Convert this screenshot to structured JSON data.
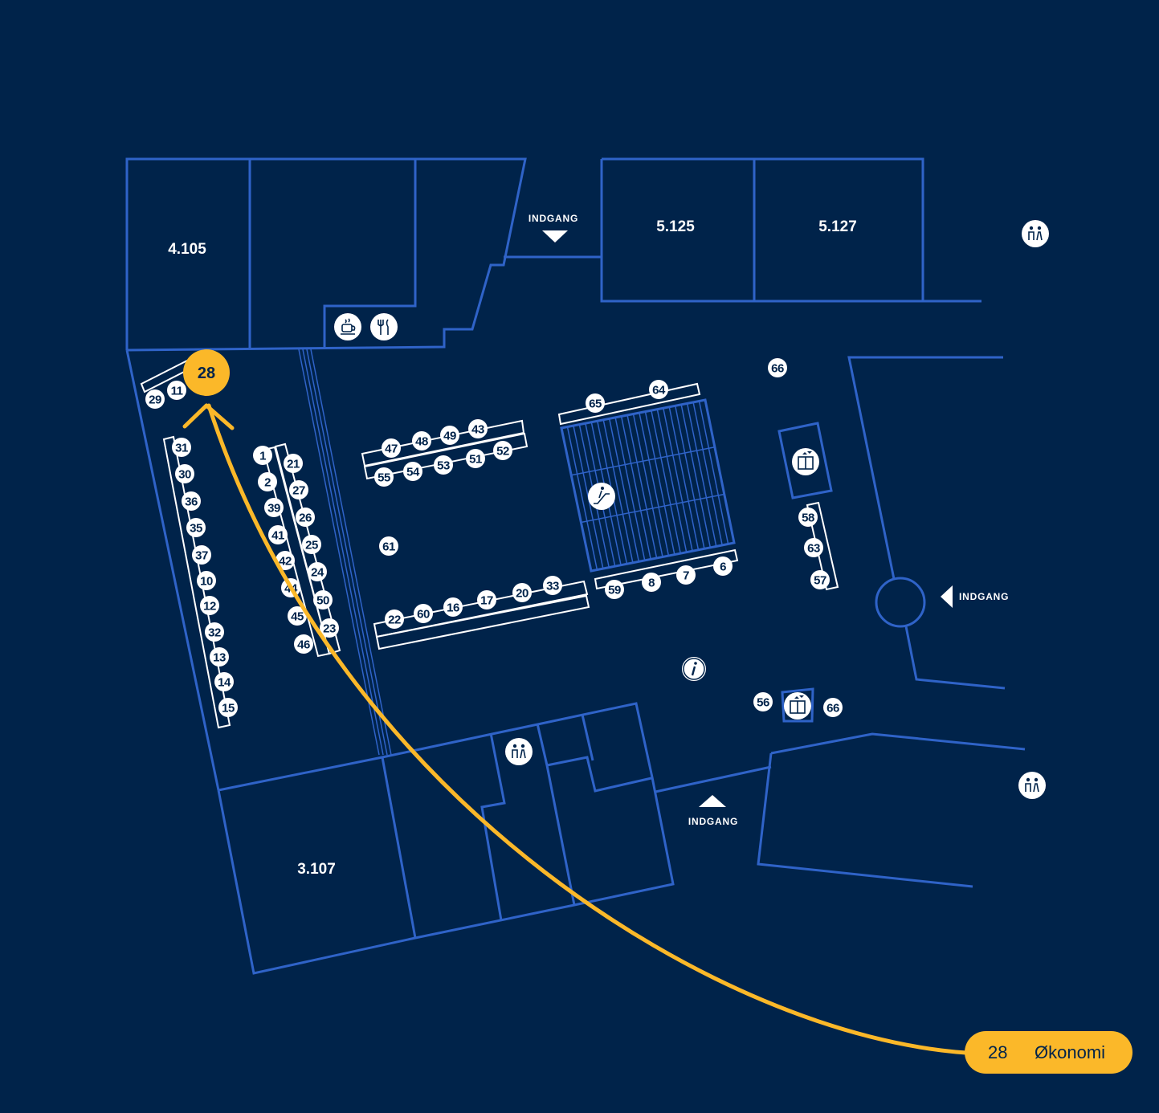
{
  "rooms": {
    "r4105": "4.105",
    "r5125": "5.125",
    "r5127": "5.127",
    "r3107": "3.107"
  },
  "entrances": {
    "north": "INDGANG",
    "east": "INDGANG",
    "south": "INDGANG"
  },
  "highlight": {
    "number": "28"
  },
  "callout": {
    "number": "28",
    "name": "Økonomi"
  },
  "colors": {
    "background": "#00234a",
    "walls": "#2f63c8",
    "highlight": "#fbb829",
    "badge": "#ffffff"
  },
  "icons": [
    "coffee-icon",
    "restaurant-icon",
    "restroom-icon",
    "restroom-icon",
    "restroom-icon",
    "escalator-icon",
    "elevator-icon",
    "elevator-icon",
    "info-icon"
  ],
  "stalls": {
    "s29": "29",
    "s11": "11",
    "s31": "31",
    "s30": "30",
    "s36": "36",
    "s35": "35",
    "s37": "37",
    "s10": "10",
    "s12": "12",
    "s32": "32",
    "s13": "13",
    "s14": "14",
    "s15": "15",
    "s1": "1",
    "s2": "2",
    "s39": "39",
    "s41": "41",
    "s42": "42",
    "s44": "44",
    "s45": "45",
    "s46": "46",
    "s21": "21",
    "s27": "27",
    "s26": "26",
    "s25": "25",
    "s24": "24",
    "s50": "50",
    "s23": "23",
    "s47": "47",
    "s48": "48",
    "s49": "49",
    "s43": "43",
    "s55": "55",
    "s54": "54",
    "s53": "53",
    "s51": "51",
    "s52": "52",
    "s61": "61",
    "s22": "22",
    "s60": "60",
    "s16": "16",
    "s17": "17",
    "s20": "20",
    "s33": "33",
    "s65": "65",
    "s64": "64",
    "s59": "59",
    "s8": "8",
    "s7": "7",
    "s6": "6",
    "s66a": "66",
    "s58": "58",
    "s63": "63",
    "s57": "57",
    "s56": "56",
    "s66b": "66"
  }
}
